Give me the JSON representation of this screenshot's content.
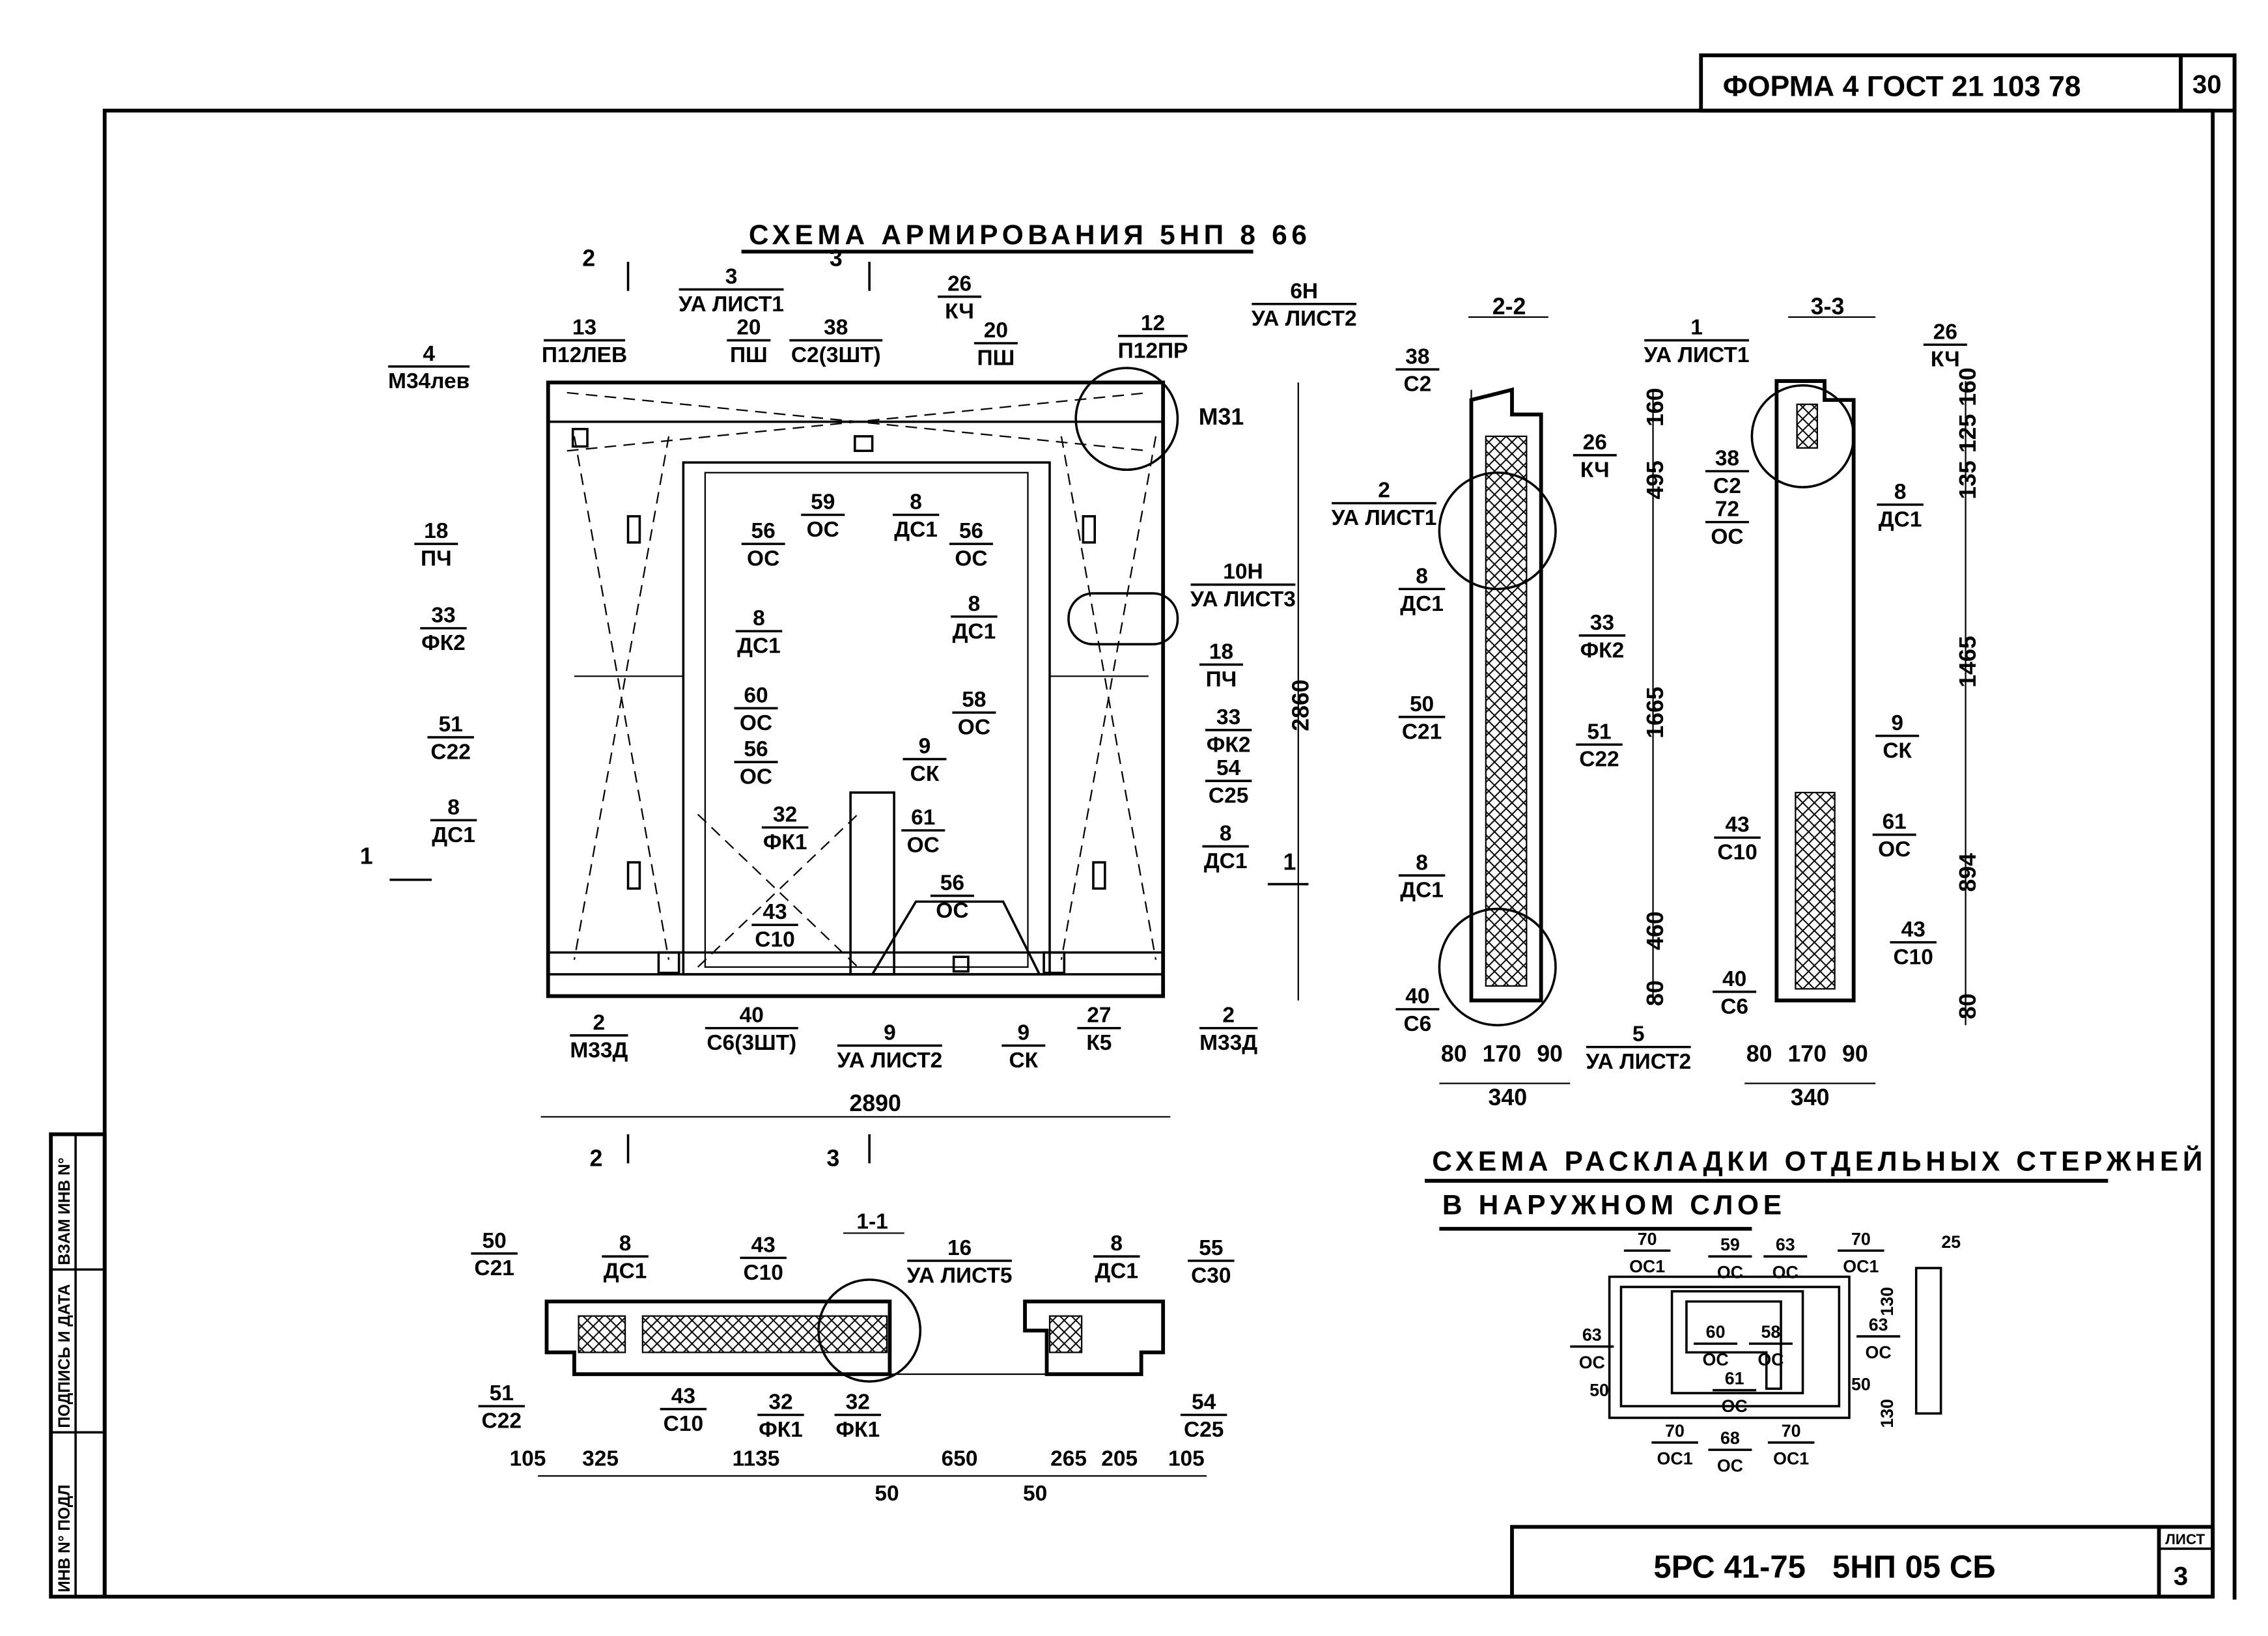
{
  "header": {
    "form": "ФОРМА 4 ГОСТ 21 103 78",
    "page_number": "30"
  },
  "title_block": {
    "designation": "5РС 41-75   5НП 05 СБ",
    "sheet_label": "ЛИСТ",
    "sheet_number": "3"
  },
  "stamp": {
    "inv_orig": "ИНВ N° ПОДЛ",
    "signature_date": "ПОДПИСЬ И ДАТА",
    "replaces_inv": "ВЗАМ ИНВ N°"
  },
  "main_view": {
    "title": "СХЕМА АРМИРОВАНИЯ 5НП 8 66",
    "labels": [
      {
        "num": "3",
        "code": "УА ЛИСТ1"
      },
      {
        "num": "26",
        "code": "КЧ"
      },
      {
        "num": "6Н",
        "code": "УА ЛИСТ2"
      },
      {
        "num": "13",
        "code": "П12ЛЕВ"
      },
      {
        "num": "20",
        "code": "ПШ"
      },
      {
        "num": "38",
        "code": "С2(3ШТ)"
      },
      {
        "num": "20",
        "code": "ПШ"
      },
      {
        "num": "12",
        "code": "П12ПР"
      },
      {
        "num": "4",
        "code": "М34лев"
      },
      {
        "num": "59",
        "code": "ОС"
      },
      {
        "num": "8",
        "code": "ДС1"
      },
      {
        "num": "56",
        "code": "ОС"
      },
      {
        "num": "56",
        "code": "ОС"
      },
      {
        "num": "18",
        "code": "ПЧ"
      },
      {
        "num": "8",
        "code": "ДС1"
      },
      {
        "num": "8",
        "code": "ДС1"
      },
      {
        "num": "10Н",
        "code": "УА ЛИСТ3"
      },
      {
        "num": "33",
        "code": "ФК2"
      },
      {
        "num": "18",
        "code": "ПЧ"
      },
      {
        "num": "60",
        "code": "ОС"
      },
      {
        "num": "58",
        "code": "ОС"
      },
      {
        "num": "33",
        "code": "ФК2"
      },
      {
        "num": "54",
        "code": "С25"
      },
      {
        "num": "51",
        "code": "С22"
      },
      {
        "num": "56",
        "code": "ОС"
      },
      {
        "num": "9",
        "code": "СК"
      },
      {
        "num": "32",
        "code": "ФК1"
      },
      {
        "num": "61",
        "code": "ОС"
      },
      {
        "num": "8",
        "code": "ДС1"
      },
      {
        "num": "8",
        "code": "ДС1"
      },
      {
        "num": "43",
        "code": "С10"
      },
      {
        "num": "56",
        "code": "ОС"
      },
      {
        "num": "2",
        "code": "М33Д"
      },
      {
        "num": "40",
        "code": "С6(3ШТ)"
      },
      {
        "num": "9",
        "code": "УА ЛИСТ2"
      },
      {
        "num": "9",
        "code": "СК"
      },
      {
        "num": "27",
        "code": "К5"
      },
      {
        "num": "2",
        "code": "М33Д"
      }
    ],
    "texts": [
      "М31",
      "2860",
      "2890",
      "2",
      "3",
      "1",
      "1",
      "2",
      "3"
    ]
  },
  "section_2_2": {
    "labels": [
      {
        "num": "38",
        "code": "С2"
      },
      {
        "num": "26",
        "code": "КЧ"
      },
      {
        "num": "2",
        "code": "УА ЛИСТ1"
      },
      {
        "num": "8",
        "code": "ДС1"
      },
      {
        "num": "33",
        "code": "ФК2"
      },
      {
        "num": "50",
        "code": "С21"
      },
      {
        "num": "51",
        "code": "С22"
      },
      {
        "num": "8",
        "code": "ДС1"
      },
      {
        "num": "40",
        "code": "С6"
      },
      {
        "num": "5",
        "code": "УА ЛИСТ2"
      }
    ],
    "texts": [
      "2-2",
      "160",
      "495",
      "1665",
      "460",
      "80",
      "80",
      "170",
      "90",
      "340"
    ]
  },
  "section_3_3": {
    "labels": [
      {
        "num": "1",
        "code": "УА ЛИСТ1"
      },
      {
        "num": "26",
        "code": "КЧ"
      },
      {
        "num": "38",
        "code": "С2"
      },
      {
        "num": "72",
        "code": "ОС"
      },
      {
        "num": "8",
        "code": "ДС1"
      },
      {
        "num": "9",
        "code": "СК"
      },
      {
        "num": "43",
        "code": "С10"
      },
      {
        "num": "61",
        "code": "ОС"
      },
      {
        "num": "43",
        "code": "С10"
      },
      {
        "num": "40",
        "code": "С6"
      }
    ],
    "texts": [
      "3-3",
      "160",
      "125",
      "135",
      "1465",
      "894",
      "80",
      "80",
      "170",
      "90",
      "340"
    ]
  },
  "section_1_1": {
    "labels": [
      {
        "num": "50",
        "code": "С21"
      },
      {
        "num": "8",
        "code": "ДС1"
      },
      {
        "num": "43",
        "code": "С10"
      },
      {
        "num": "16",
        "code": "УА ЛИСТ5"
      },
      {
        "num": "8",
        "code": "ДС1"
      },
      {
        "num": "55",
        "code": "С30"
      },
      {
        "num": "51",
        "code": "С22"
      },
      {
        "num": "43",
        "code": "С10"
      },
      {
        "num": "32",
        "code": "ФК1"
      },
      {
        "num": "32",
        "code": "ФК1"
      },
      {
        "num": "54",
        "code": "С25"
      }
    ],
    "texts": [
      "1-1",
      "105",
      "325",
      "1135",
      "50",
      "650",
      "50",
      "265",
      "205",
      "105"
    ]
  },
  "layout_scheme": {
    "title_line1": "СХЕМА РАСКЛАДКИ ОТДЕЛЬНЫХ СТЕРЖНЕЙ",
    "title_line2": "В НАРУЖНОМ СЛОЕ",
    "labels": [
      {
        "num": "70",
        "code": "ОС1"
      },
      {
        "num": "59",
        "code": "ОС"
      },
      {
        "num": "63",
        "code": "ОС"
      },
      {
        "num": "70",
        "code": "ОС1"
      },
      {
        "num": "63",
        "code": "ОС"
      },
      {
        "num": "60",
        "code": "ОС"
      },
      {
        "num": "58",
        "code": "ОС"
      },
      {
        "num": "63",
        "code": "ОС"
      },
      {
        "num": "61",
        "code": "ОС"
      },
      {
        "num": "70",
        "code": "ОС1"
      },
      {
        "num": "68",
        "code": "ОС"
      },
      {
        "num": "70",
        "code": "ОС1"
      }
    ],
    "texts": [
      "50",
      "50",
      "130",
      "130",
      "25"
    ]
  }
}
